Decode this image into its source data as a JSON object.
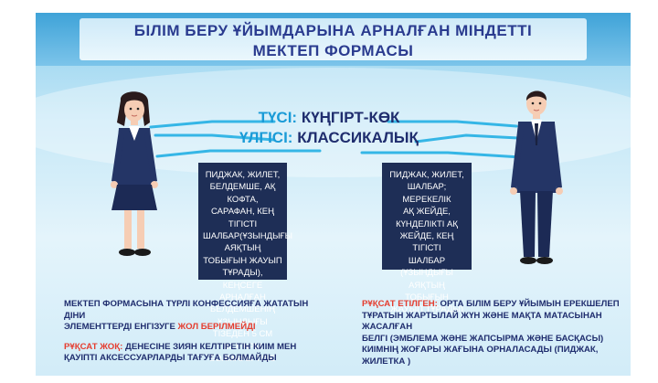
{
  "title": {
    "line1": "БІЛІМ БЕРУ ҰЙЫМДАРЫНА АРНАЛҒАН МІНДЕТТІ",
    "line2": "МЕКТЕП ФОРМАСЫ"
  },
  "color_row": {
    "key": "ТҮСІ:",
    "value": "КҮҢГІРТ-КӨК"
  },
  "style_row": {
    "key": "ҮЛГІСІ:",
    "value": "КЛАССИКАЛЫҚ"
  },
  "girl_box": {
    "lines": [
      "ПИДЖАК, ЖИЛЕТ,",
      "БЕЛДЕМШЕ, АҚ КОФТА,",
      "САРАФАН, КЕҢ ТІГІСТІ",
      "ШАЛБАР(ҰЗЫНДЫҒЫ",
      "АЯҚТЫҢ ТОБЫҒЫН ЖАУЫП",
      "ТҰРАДЫ), КЕҢСЕГЕ",
      "АРНАЛҒАН БЕЛДЕМШЕНІҢ",
      "ҰЗЫНДЫҒЫ ТІЗЕДЕН 5 СМ",
      "ЖОҒАРЫ БОЛМАУЫ ТИІС"
    ]
  },
  "boy_box": {
    "lines": [
      "ПИДЖАК, ЖИЛЕТ,",
      "ШАЛБАР; МЕРЕКЕЛІК",
      "АҚ ЖЕЙДЕ, КҮНДЕЛІКТІ АҚ",
      "ЖЕЙДЕ, КЕҢ ТІГІСТІ",
      "ШАЛБАР (ҰЗЫНДЫҒЫ",
      "АЯҚТЫҢ ТОБЫҒЫН",
      "ЖАУЫП ТҰРАДЫ)"
    ]
  },
  "bottom_left": {
    "p1_line1": "МЕКТЕП ФОРМАСЫНА ТҮРЛІ КОНФЕССИЯҒА ЖАТАТЫН ДІНИ",
    "p1_line2_prefix": "ЭЛЕМЕНТТЕРДІ ЕНГІЗУГЕ ",
    "p1_line2_red": "ЖОЛ БЕРІЛМЕЙДІ",
    "p2_red": "РҰҚСАТ ЖОҚ: ",
    "p2_line1_rest": "ДЕНЕСІНЕ ЗИЯН КЕЛТІРЕТІН КИІМ МЕН",
    "p2_line2": "ҚАУІПТІ АКСЕССУАРЛАРДЫ ТАҒУҒА БОЛМАЙДЫ"
  },
  "bottom_right": {
    "red": "РҰҚСАТ ЕТІЛГЕН: ",
    "line1_rest": "ОРТА БІЛІМ БЕРУ ҰЙЫМЫН ЕРЕКШЕЛЕП",
    "line2": "ТҰРАТЫН ЖАРТЫЛАЙ ЖҮН ЖӘНЕ МАҚТА МАТАСЫНАН ЖАСАЛҒАН",
    "line3": "БЕЛГІ (ЭМБЛЕМА ЖӘНЕ ЖАПСЫРМА ЖӘНЕ БАСҚАСЫ)",
    "line4": "КИІМНІҢ ЖОҒАРЫ ЖАҒЫНА ОРНАЛАСАДЫ (ПИДЖАК, ЖИЛЕТКА )"
  },
  "colors": {
    "navy": "#1e2e56",
    "accent_blue": "#1a9bd7",
    "title_blue": "#2a3b8f",
    "red": "#e53d2f",
    "connector": "#35b6e6"
  }
}
